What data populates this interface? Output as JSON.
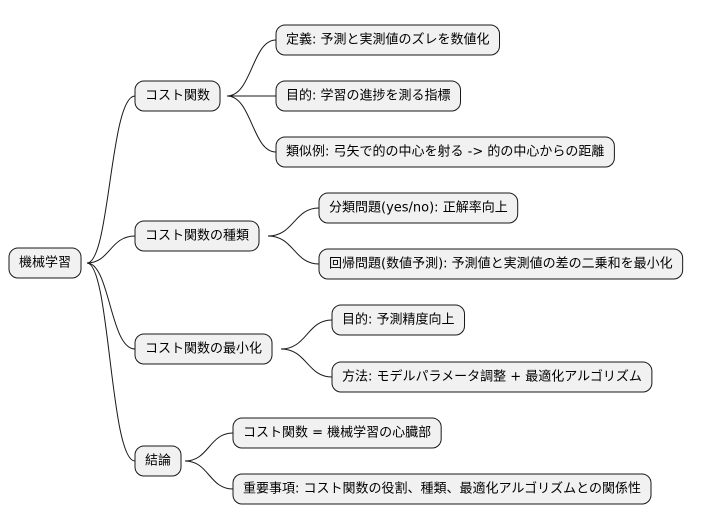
{
  "mindmap": {
    "root": "機械学習",
    "branches": [
      {
        "label": "コスト関数",
        "children": [
          "定義: 予測と実測値のズレを数値化",
          "目的: 学習の進捗を測る指標",
          "類似例: 弓矢で的の中心を射る -> 的の中心からの距離"
        ]
      },
      {
        "label": "コスト関数の種類",
        "children": [
          "分類問題(yes/no): 正解率向上",
          "回帰問題(数値予測): 予測値と実測値の差の二乗和を最小化"
        ]
      },
      {
        "label": "コスト関数の最小化",
        "children": [
          "目的: 予測精度向上",
          "方法: モデルパラメータ調整 + 最適化アルゴリズム"
        ]
      },
      {
        "label": "結論",
        "children": [
          "コスト関数 = 機械学習の心臓部",
          "重要事項: コスト関数の役割、種類、最適化アルゴリズムとの関係性"
        ]
      }
    ]
  }
}
